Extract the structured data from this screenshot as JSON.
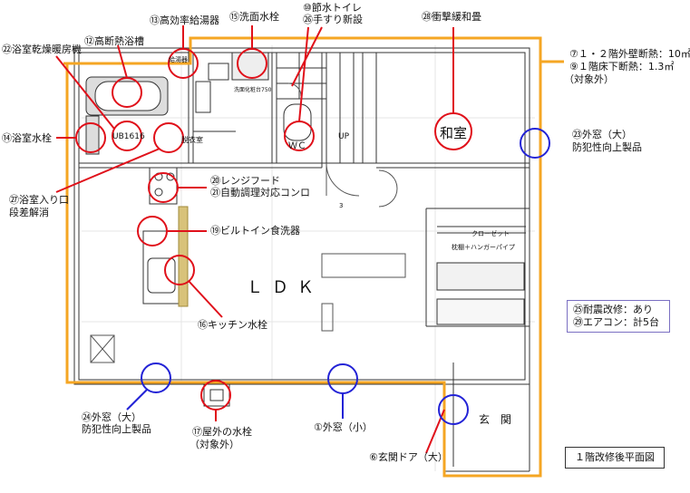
{
  "labels": {
    "l13": "⑬高効率給湯器",
    "l15": "⑮洗面水栓",
    "l10": "⑩節水トイレ",
    "l26": "㉖手すり新設",
    "l28": "㉘衝撃緩和畳",
    "l22": "㉒浴室乾燥暖房機",
    "l12": "⑫高断熱浴槽",
    "l7": "⑦１・２階外壁断熱：10㎡",
    "l9a": "⑨１階床下断熱：1.3㎡",
    "l9b": "（対象外）",
    "l14": "⑭浴室水栓",
    "l23a": "㉓外窓（大）",
    "l23b": "防犯性向上製品",
    "l20": "⑳レンジフード",
    "l21": "㉑自動調理対応コンロ",
    "l27a": "㉗浴室入り口",
    "l27b": "段差解消",
    "l19": "⑲ビルトイン食洗器",
    "l16": "⑯キッチン水栓",
    "l24a": "㉔外窓（大）",
    "l24b": "防犯性向上製品",
    "l17a": "⑰屋外の水栓",
    "l17b": "（対象外）",
    "l1": "①外窓（小）",
    "l6": "⑥玄関ドア（大）"
  },
  "rooms": {
    "washitsu": "和室",
    "ldk": "ＬＤＫ",
    "genkan": "玄　関",
    "wc": "ＷＣ",
    "up": "UP",
    "ub": "UB1616",
    "datsui": "脱衣室",
    "kyutoki": "給湯器",
    "senmen": "洗面化粧台750",
    "closet": "クローゼット",
    "tana": "枕棚＋ハンガーパイプ",
    "n3": "3"
  },
  "notes": {
    "n25": "㉕耐震改修：あり",
    "n29": "㉙エアコン：計5台"
  },
  "title": "１階改修後平面図",
  "colors": {
    "insulation": "#f5a623",
    "marker_red": "#e0101a",
    "marker_blue": "#2323d6",
    "wall": "#333333",
    "counter": "#d8c27a"
  }
}
